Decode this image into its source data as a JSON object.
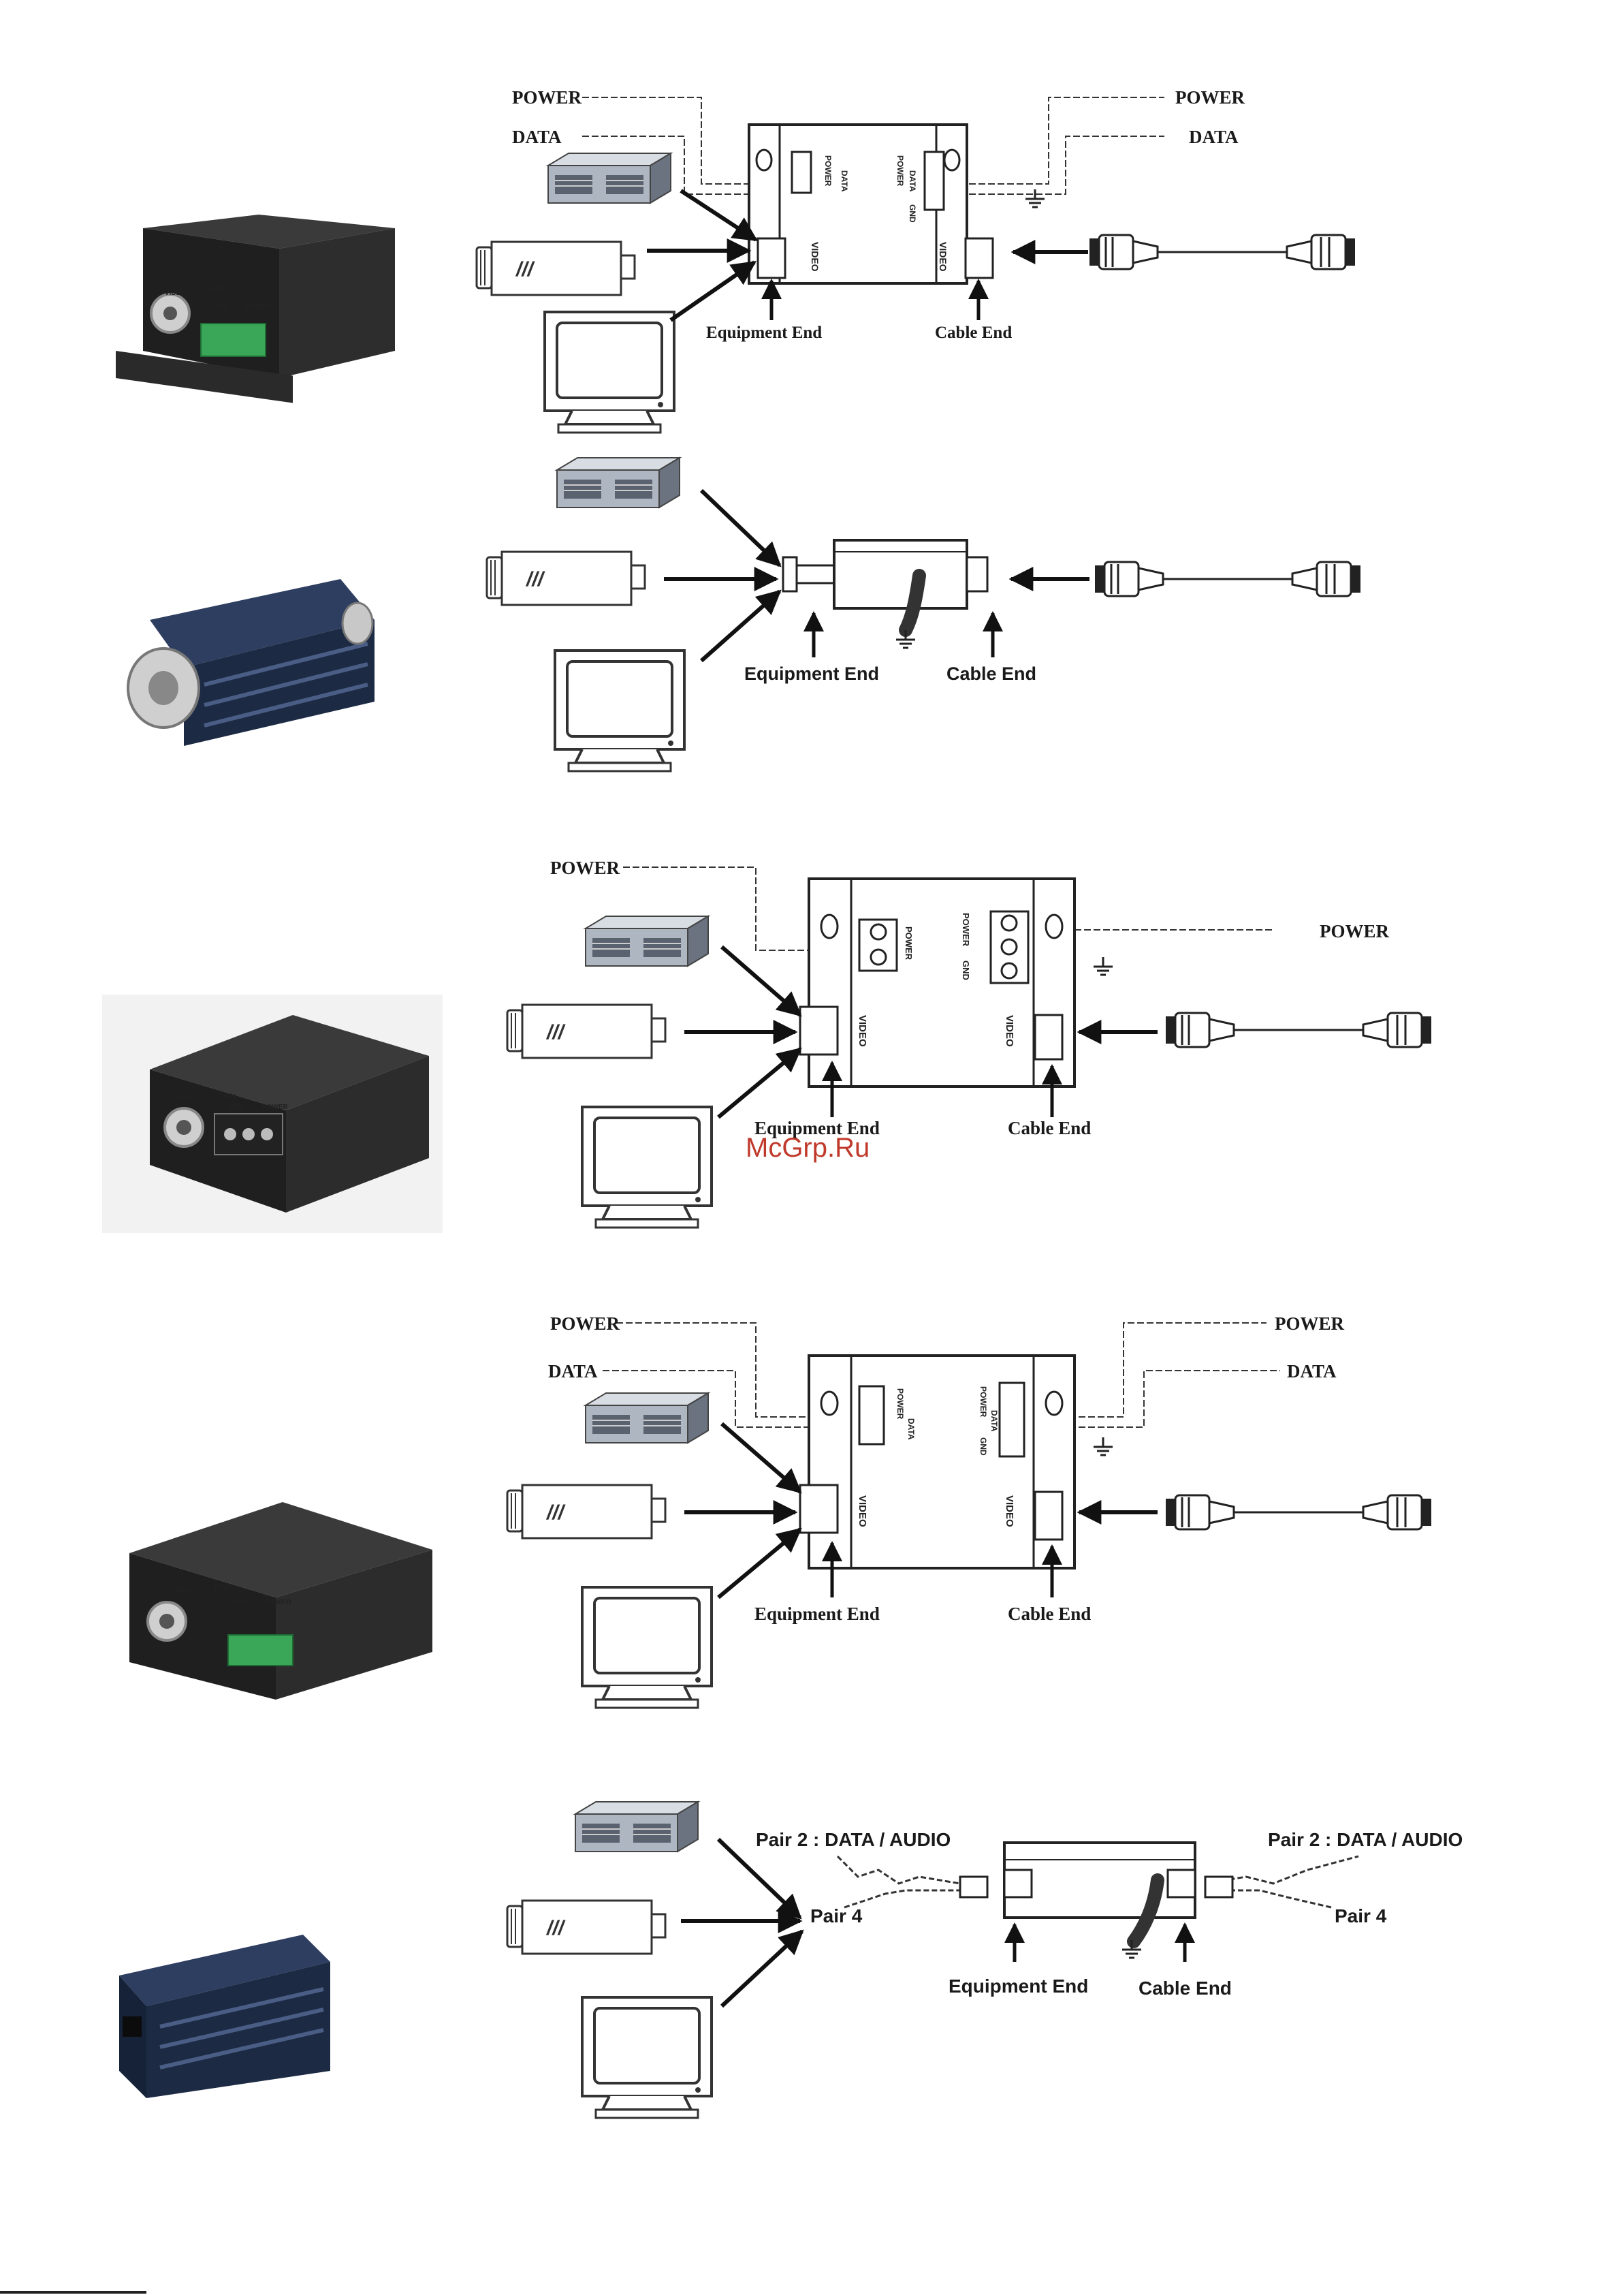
{
  "colors": {
    "ink": "#1a1a1a",
    "watermark": "#c0392b",
    "device_dark": "#232323",
    "device_blue": "#1c2a44",
    "terminal_green": "#3aa657"
  },
  "icons": [
    "server-rack-icon",
    "cctv-camera-icon",
    "crt-monitor-icon",
    "bnc-cable-icon",
    "ground-icon",
    "rj45-plug-icon"
  ],
  "watermark": "McGrp.Ru",
  "rows": [
    {
      "power_left": "POWER",
      "data_left": "DATA",
      "power_right": "POWER",
      "data_right": "DATA",
      "video_left": "VIDEO",
      "video_right": "VIDEO",
      "port_left": [
        "POWER",
        "DATA"
      ],
      "port_right": [
        "POWER",
        "DATA",
        "GND"
      ],
      "equipment_end": "Equipment End",
      "cable_end": "Cable End",
      "photo": {
        "video": "VIDEO",
        "cable": "Cable",
        "data": "DATA",
        "power": "POWER"
      }
    },
    {
      "equipment_end": "Equipment End",
      "cable_end": "Cable End"
    },
    {
      "power_left": "POWER",
      "power_right": "POWER",
      "video_left": "VIDEO",
      "video_right": "VIDEO",
      "port_left": [
        "POWER"
      ],
      "port_right": [
        "POWER",
        "GND"
      ],
      "equipment_end": "Equipment End",
      "cable_end": "Cable End",
      "photo": {
        "video": "VIDEO",
        "cable": "Cable",
        "gnd": "GND",
        "power": "POWER"
      }
    },
    {
      "power_left": "POWER",
      "data_left": "DATA",
      "power_right": "POWER",
      "data_right": "DATA",
      "video_left": "VIDEO",
      "video_right": "VIDEO",
      "port_left": [
        "POWER",
        "DATA"
      ],
      "port_right": [
        "POWER",
        "DATA",
        "GND"
      ],
      "equipment_end": "Equipment End",
      "cable_end": "Cable End",
      "photo": {
        "video": "VIDEO",
        "cable": "Cable",
        "data": "DATA",
        "power": "POWER"
      }
    },
    {
      "pair_left": "Pair 2 : DATA / AUDIO",
      "pair4_left": "Pair 4",
      "pair_right": "Pair 2 : DATA / AUDIO",
      "pair4_right": "Pair 4",
      "equipment_end": "Equipment End",
      "cable_end": "Cable End"
    }
  ]
}
